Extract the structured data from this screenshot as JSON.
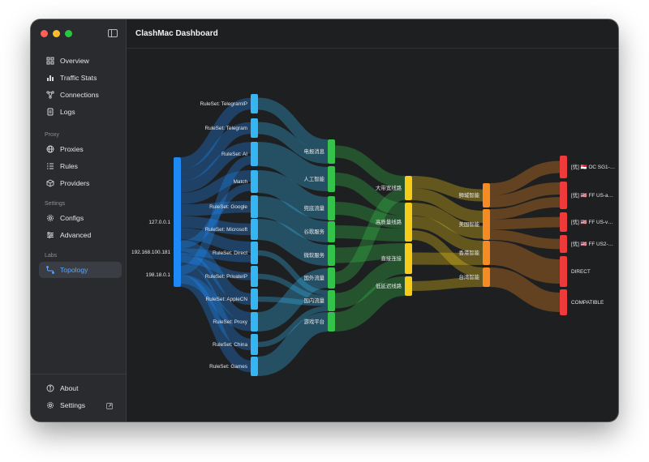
{
  "app": {
    "title": "ClashMac Dashboard"
  },
  "sidebar": {
    "items": [
      {
        "label": "Overview",
        "icon": "grid-icon"
      },
      {
        "label": "Traffic Stats",
        "icon": "bar-chart-icon"
      },
      {
        "label": "Connections",
        "icon": "network-icon"
      },
      {
        "label": "Logs",
        "icon": "document-icon"
      }
    ],
    "proxy_section": "Proxy",
    "proxy_items": [
      {
        "label": "Proxies",
        "icon": "globe-icon"
      },
      {
        "label": "Rules",
        "icon": "list-icon"
      },
      {
        "label": "Providers",
        "icon": "box-icon"
      }
    ],
    "settings_section": "Settings",
    "settings_items": [
      {
        "label": "Configs",
        "icon": "gear-icon"
      },
      {
        "label": "Advanced",
        "icon": "sliders-icon"
      }
    ],
    "labs_section": "Labs",
    "labs_items": [
      {
        "label": "Topology",
        "icon": "topology-icon",
        "active": true
      }
    ],
    "footer_items": [
      {
        "label": "About",
        "icon": "info-icon"
      },
      {
        "label": "Settings",
        "icon": "gear-icon"
      }
    ]
  },
  "colors": {
    "source": "#1e88f5",
    "rule": "#35b6f3",
    "category": "#35c24a",
    "route": "#f5cc19",
    "group": "#f58b22",
    "proxy": "#ee3a3a",
    "accent": "#5aa7ff"
  },
  "sankey": {
    "columns": [
      {
        "key": "source",
        "nodes": [
          "127.0.0.1",
          "192.168.100.181",
          "198.18.0.1"
        ]
      },
      {
        "key": "rule",
        "nodes": [
          "RuleSet: TelegramIP",
          "RuleSet: Telegram",
          "RuleSet: AI",
          "Match",
          "RuleSet: Google",
          "RuleSet: Microsoft",
          "RuleSet: Direct",
          "RuleSet: PrivateIP",
          "RuleSet: AppleCN",
          "RuleSet: Proxy",
          "RuleSet: China",
          "RuleSet: Games"
        ]
      },
      {
        "key": "category",
        "nodes": [
          "电报消息",
          "人工智能",
          "兜底流量",
          "谷歌服务",
          "微软服务",
          "国外流量",
          "国内流量",
          "游戏平台"
        ]
      },
      {
        "key": "route",
        "nodes": [
          "大带宽线路",
          "高质量线路",
          "直接连接",
          "低延迟线路"
        ]
      },
      {
        "key": "group",
        "nodes": [
          "狮城智能",
          "美国智能",
          "香港智能",
          "台湾智能"
        ]
      },
      {
        "key": "proxy",
        "nodes": [
          "[优] 🇸🇬 OC SG1-…",
          "[优] 🇺🇸 FF US-a…",
          "[优] 🇺🇸 FF US-v…",
          "[优] 🇺🇸 FF US2-…",
          "DIRECT",
          "COMPATIBLE"
        ]
      }
    ]
  }
}
